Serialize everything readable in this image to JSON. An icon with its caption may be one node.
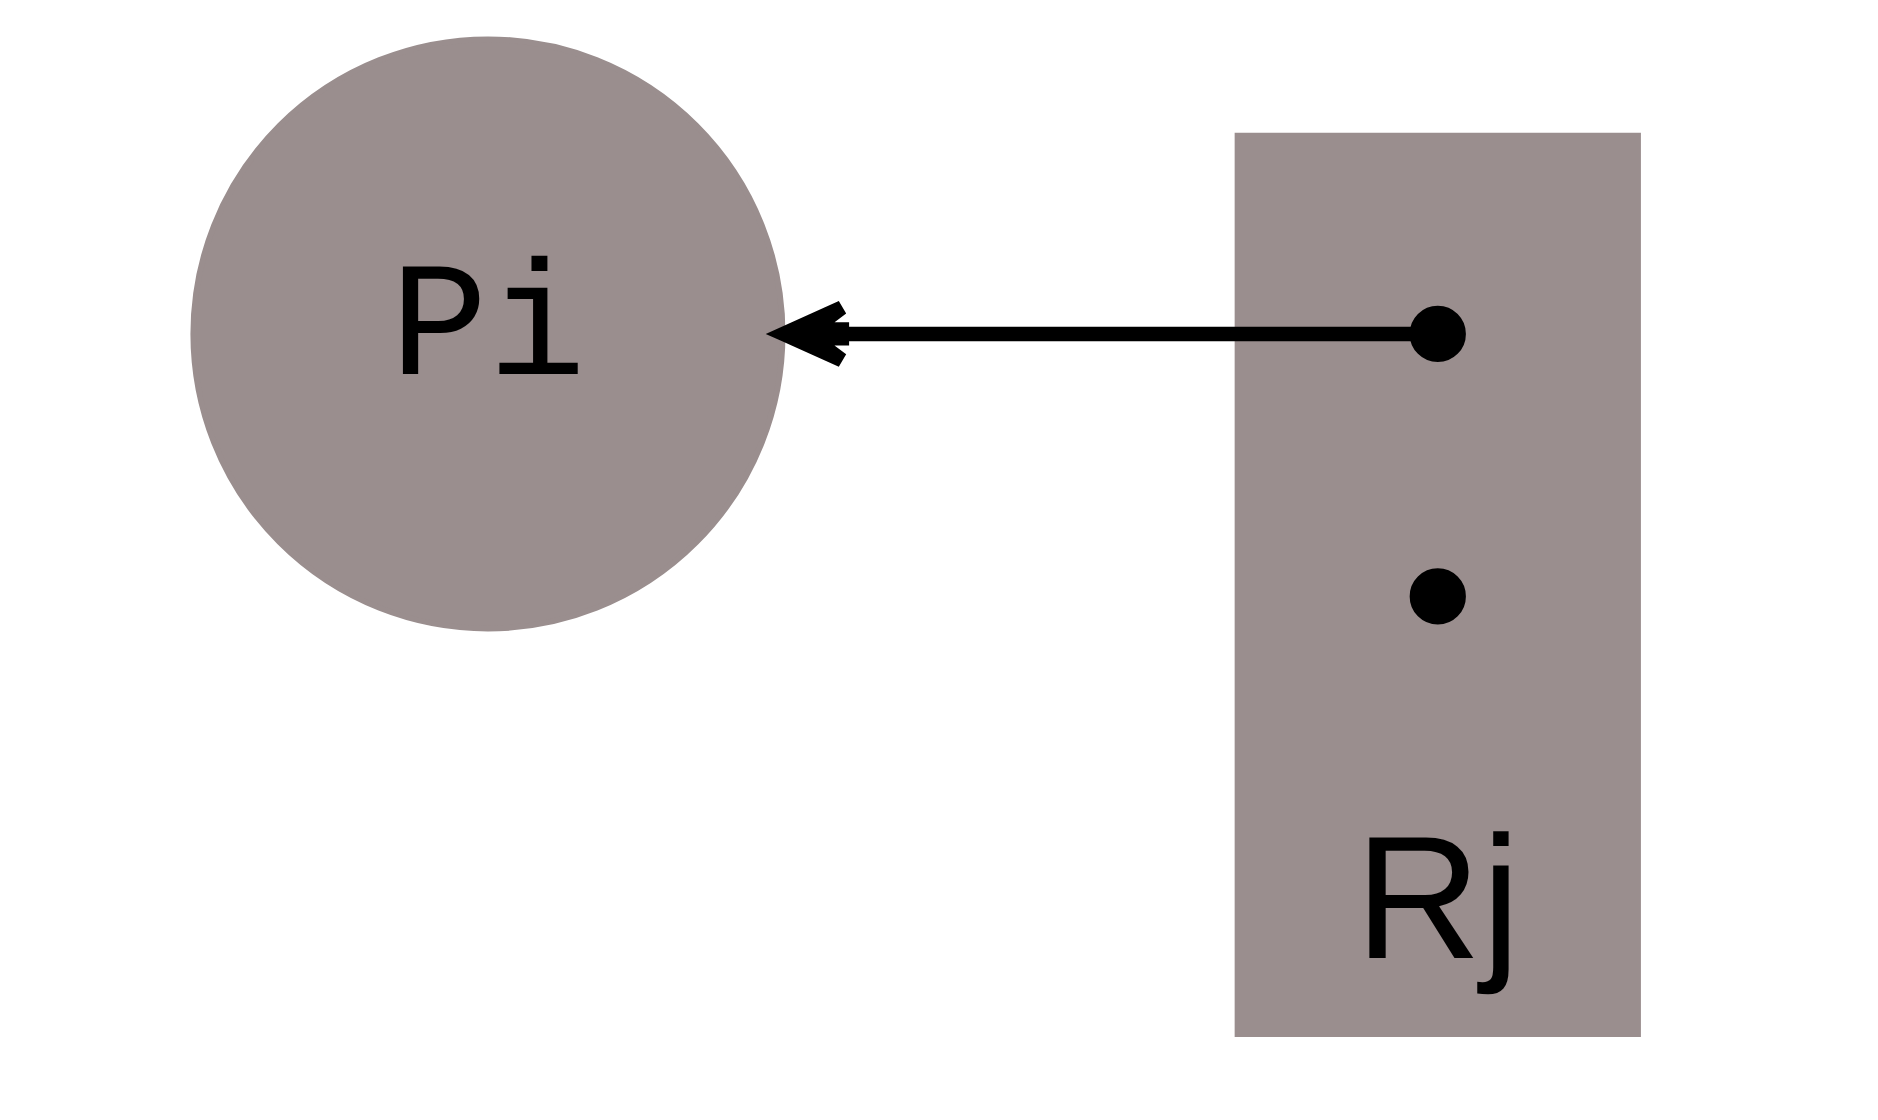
{
  "diagram": {
    "nodes": [
      {
        "text": [
          "Pi"
        ]
      },
      {
        "text": [
          "Rj"
        ]
      },
      {
        "text": [],
        "shape": "circle",
        "in": 1
      },
      {
        "text": [],
        "shape": "circle",
        "in": 1
      }
    ],
    "edges": [
      {
        "from": 2,
        "to": 0,
        "arrow": "to"
      }
    ]
  }
}
